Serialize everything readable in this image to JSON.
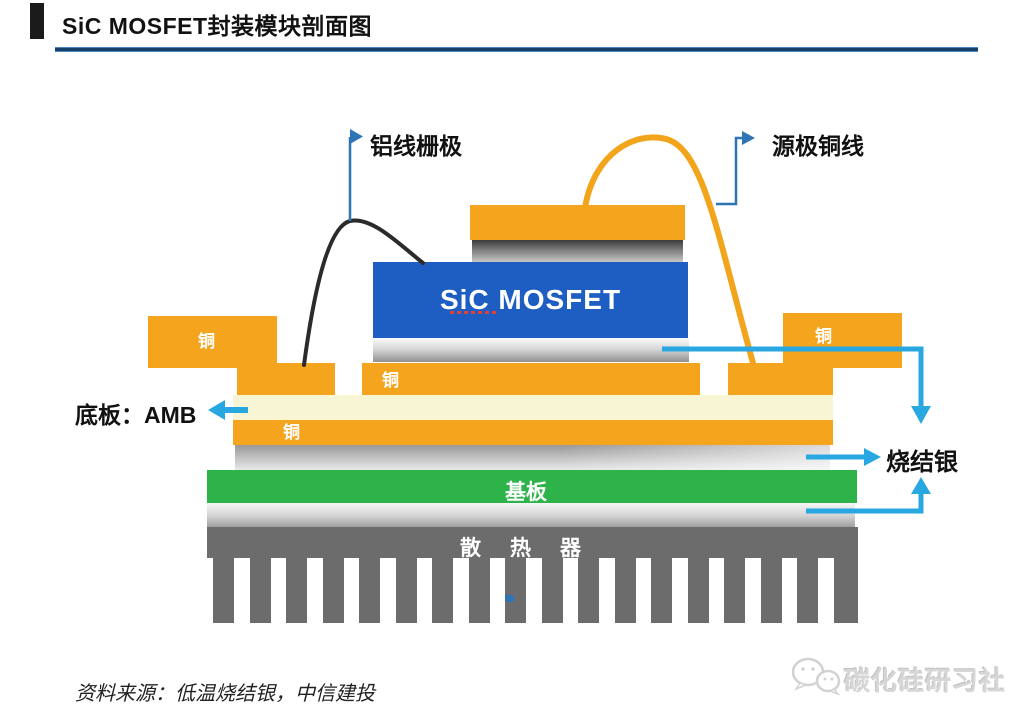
{
  "header": {
    "title": "SiC MOSFET封装模块剖面图"
  },
  "diagram": {
    "gate_wire_label": "铝线栅极",
    "source_wire_label": "源极铜线",
    "die_label": "SiC MOSFET",
    "copper_label": "铜",
    "baseplate_label": "底板：AMB",
    "sintered_silver_label": "烧结银",
    "substrate_label": "基板",
    "heatsink_label": "散热器",
    "colors": {
      "copper_orange": "#F4A41D",
      "die_blue": "#1E5EC3",
      "substrate_green": "#2DB34A",
      "ceramic_cream": "#F8F5D5",
      "arrow_cyan": "#29A7E0",
      "connector_blue": "#2E75B6",
      "heatsink_gray": "#6C6C6C"
    }
  },
  "footer": {
    "source": "资料来源：低温烧结银，中信建投",
    "logo_text": "碳化硅研习社"
  }
}
